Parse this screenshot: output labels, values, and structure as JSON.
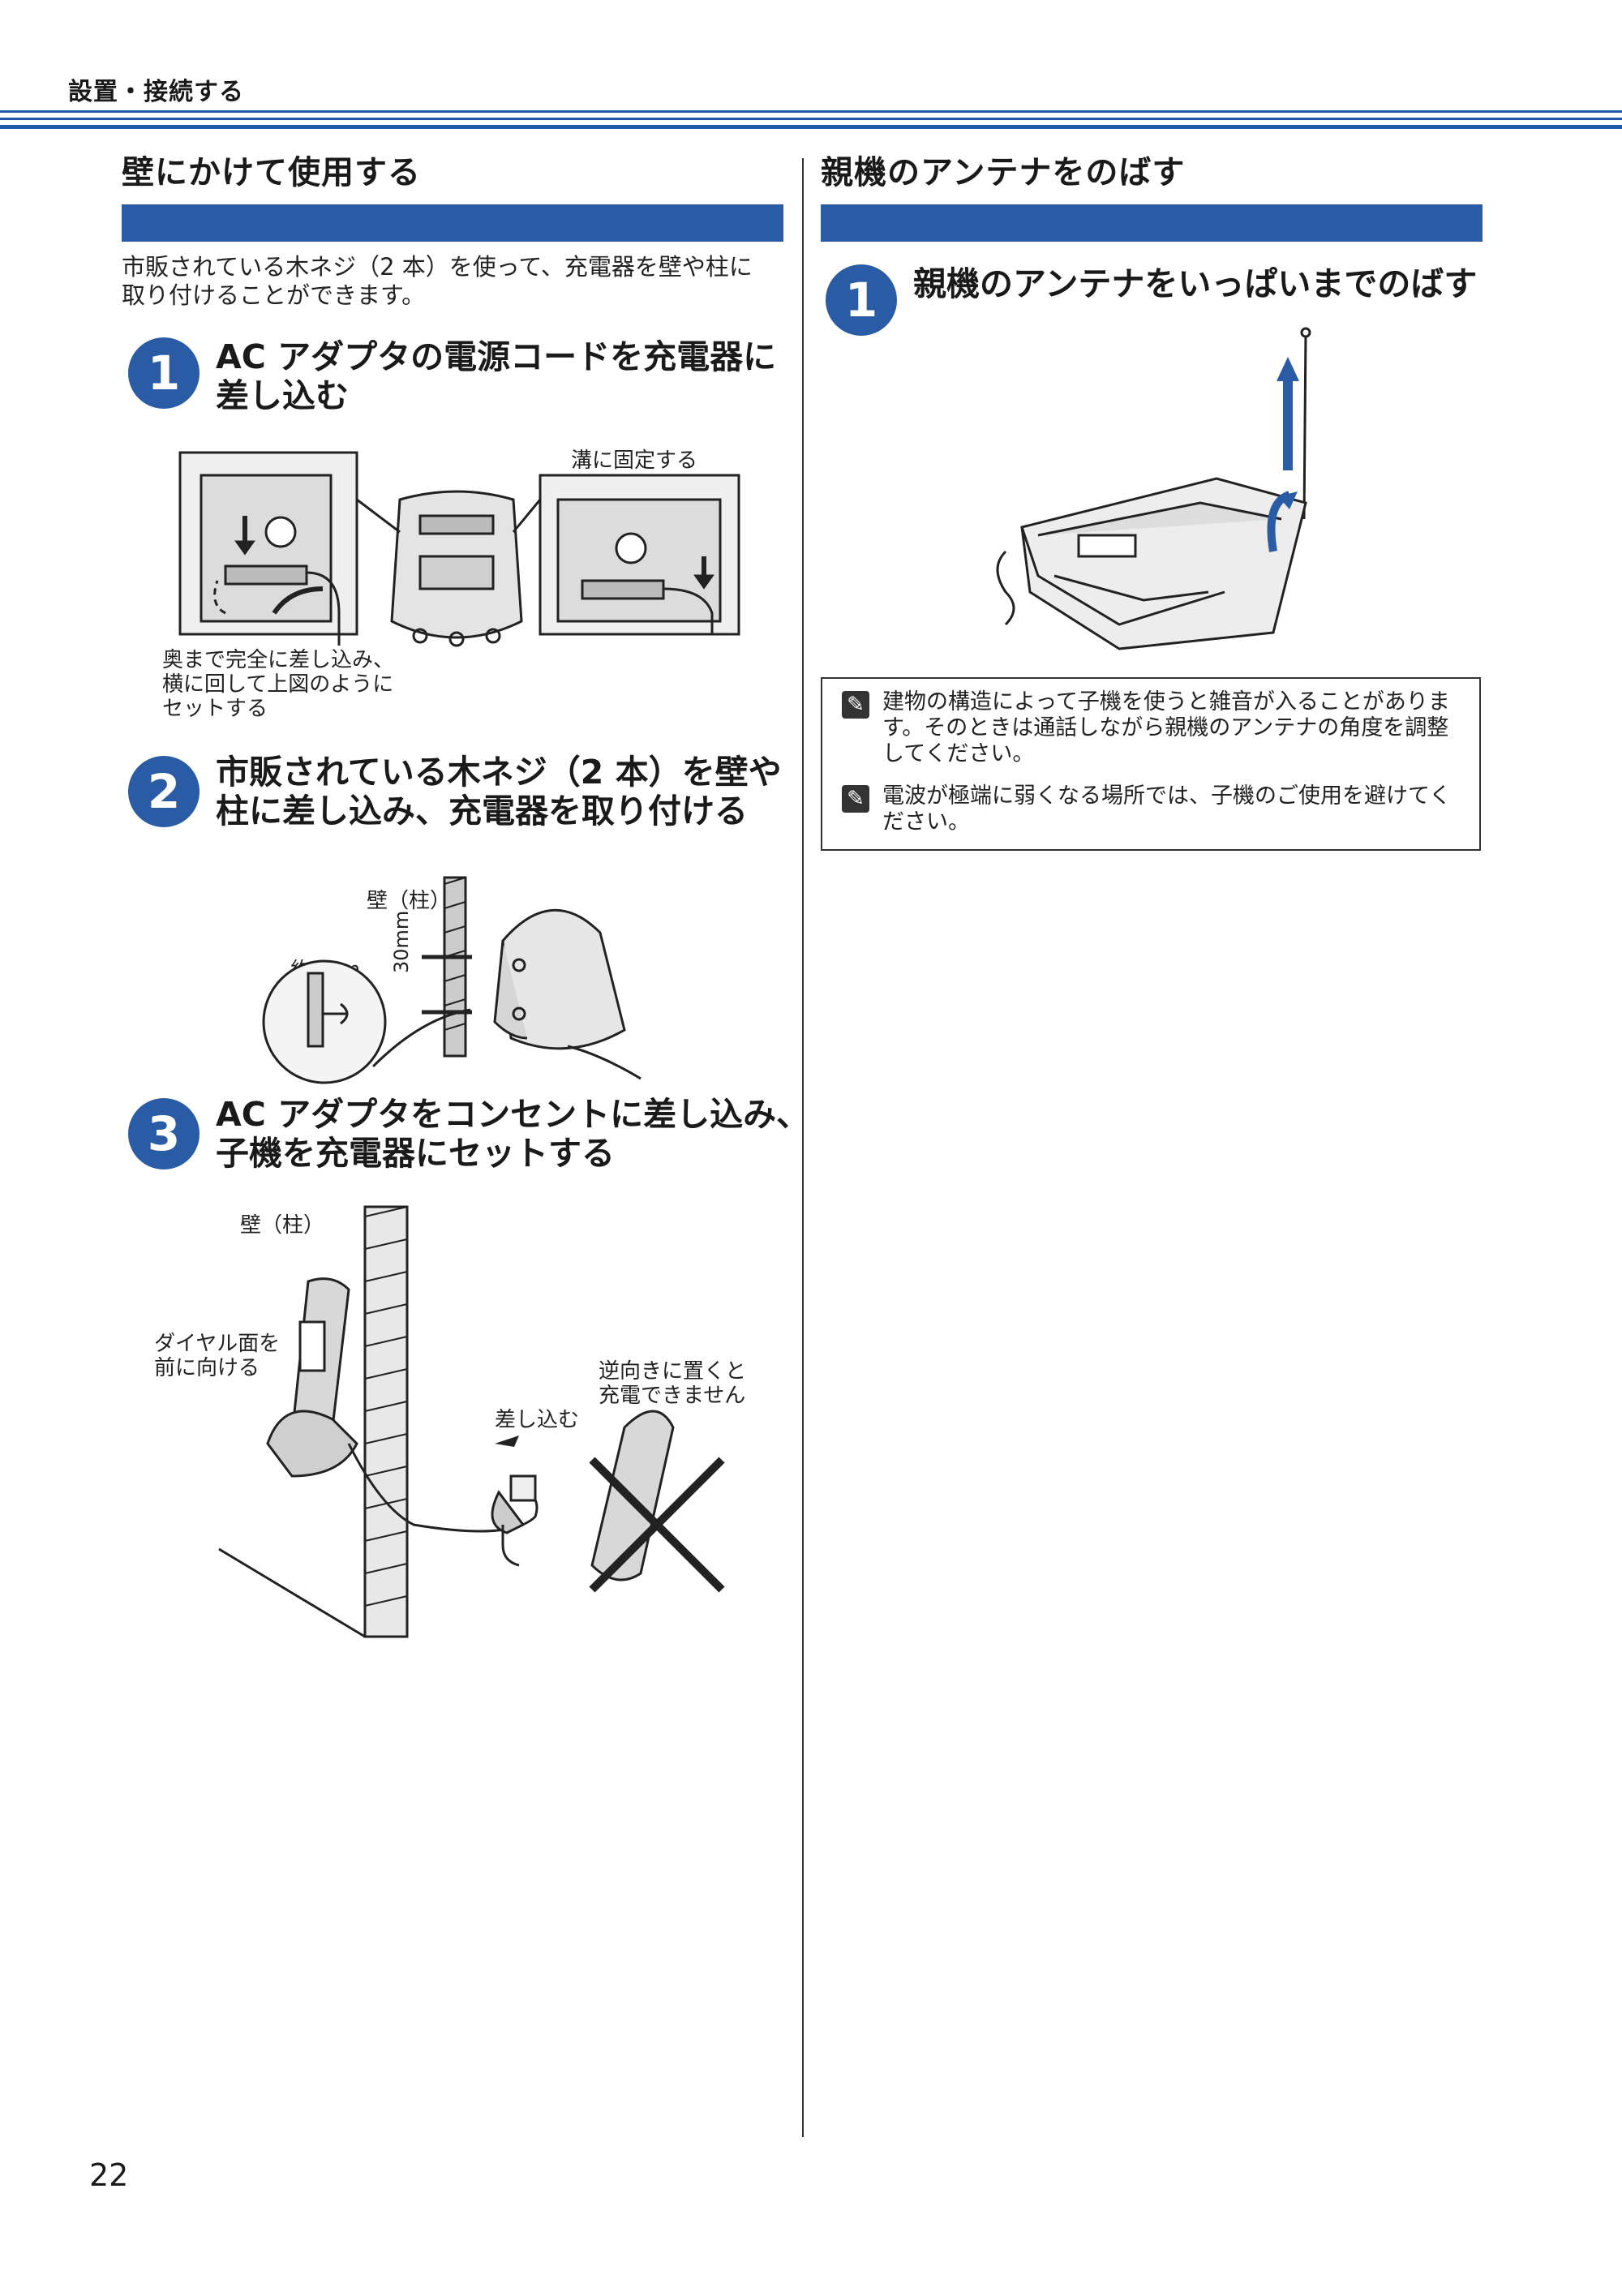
{
  "header": {
    "breadcrumb": "設置・接続する"
  },
  "left": {
    "title": "壁にかけて使用する",
    "intro": [
      "市販されている木ネジ（2 本）を使って、充電器を壁や柱に",
      "取り付けることができます。"
    ],
    "steps": [
      {
        "num": "1",
        "lines": [
          "AC アダプタの電源コードを充電器に",
          "差し込む"
        ]
      },
      {
        "num": "2",
        "lines": [
          "市販されている木ネジ（2 本）を壁や",
          "柱に差し込み、充電器を取り付ける"
        ]
      },
      {
        "num": "3",
        "lines": [
          "AC アダプタをコンセントに差し込み、",
          "子機を充電器にセットする"
        ]
      }
    ],
    "fig1": {
      "label_groove": "溝に固定する",
      "label_insert": [
        "奥まで完全に差し込み、",
        "横に回して上図のように",
        "セットする"
      ]
    },
    "fig2": {
      "label_wall": "壁（柱）",
      "label_depth": "約3mm",
      "label_spacing": "30mm"
    },
    "fig3": {
      "label_wall": "壁（柱）",
      "label_dial": [
        "ダイヤル面を",
        "前に向ける"
      ],
      "label_plug": "差し込む",
      "label_wrong": [
        "逆向きに置くと",
        "充電できません"
      ]
    }
  },
  "right": {
    "title": "親機のアンテナをのばす",
    "step": {
      "num": "1",
      "text": "親機のアンテナをいっぱいまでのばす"
    },
    "notes": [
      {
        "icon": "pencil-note-icon",
        "lines": [
          "建物の構造によって子機を使うと雑音が入ることがありま",
          "す。そのときは通話しながら親機のアンテナの角度を調整",
          "してください。"
        ]
      },
      {
        "icon": "pencil-note-icon",
        "lines": [
          "電波が極端に弱くなる場所では、子機のご使用を避けてく",
          "ださい。"
        ]
      }
    ]
  },
  "page_number": "22",
  "colors": {
    "accent": "#2a5ca6",
    "text": "#1a1a1a"
  }
}
